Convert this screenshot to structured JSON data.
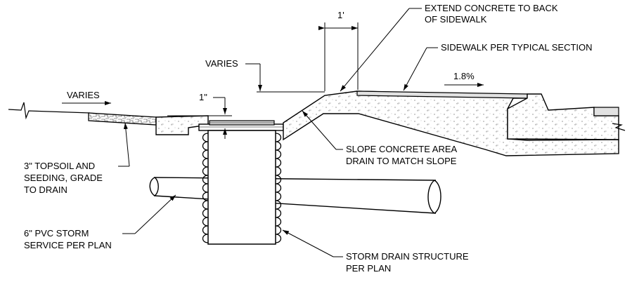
{
  "labels": {
    "extend_concrete_l1": "EXTEND CONCRETE TO BACK",
    "extend_concrete_l2": "OF SIDEWALK",
    "sidewalk": "SIDEWALK PER TYPICAL SECTION",
    "one_foot": "1'",
    "varies_top": "VARIES",
    "varies_left": "VARIES",
    "one_inch": "1\"",
    "slope_pct": "1.8%",
    "slope_concrete_l1": "SLOPE CONCRETE AREA",
    "slope_concrete_l2": "DRAIN TO MATCH SLOPE",
    "topsoil_l1": "3\" TOPSOIL AND",
    "topsoil_l2": "SEEDING, GRADE",
    "topsoil_l3": "TO DRAIN",
    "pvc_l1": "6\" PVC STORM",
    "pvc_l2": "SERVICE PER PLAN",
    "storm_l1": "STORM DRAIN STRUCTURE",
    "storm_l2": "PER PLAN"
  },
  "colors": {
    "line": "#000000",
    "concrete_fill": "#f4f4f4",
    "background": "#ffffff"
  }
}
